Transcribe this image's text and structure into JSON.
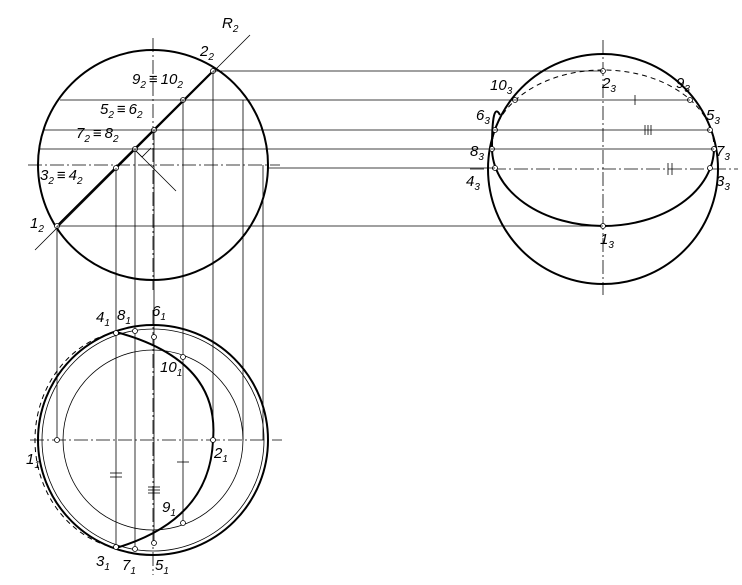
{
  "front_view": {
    "plane_label": "R",
    "plane_index": "2",
    "labels": [
      {
        "main": "2",
        "sub": "2"
      },
      {
        "main": "9",
        "sub": "2"
      },
      {
        "main": "≡",
        "sub": ""
      },
      {
        "main": "10",
        "sub": "2"
      },
      {
        "main": "5",
        "sub": "2"
      },
      {
        "main": "≡",
        "sub": ""
      },
      {
        "main": "6",
        "sub": "2"
      },
      {
        "main": "7",
        "sub": "2"
      },
      {
        "main": "≡",
        "sub": ""
      },
      {
        "main": "8",
        "sub": "2"
      },
      {
        "main": "3",
        "sub": "2"
      },
      {
        "main": "≡",
        "sub": ""
      },
      {
        "main": "4",
        "sub": "2"
      },
      {
        "main": "1",
        "sub": "2"
      }
    ]
  },
  "side_view": {
    "labels": [
      {
        "main": "10",
        "sub": "3"
      },
      {
        "main": "2",
        "sub": "3"
      },
      {
        "main": "9",
        "sub": "3"
      },
      {
        "main": "6",
        "sub": "3"
      },
      {
        "main": "5",
        "sub": "3"
      },
      {
        "main": "8",
        "sub": "3"
      },
      {
        "main": "7",
        "sub": "3"
      },
      {
        "main": "4",
        "sub": "3"
      },
      {
        "main": "3",
        "sub": "3"
      },
      {
        "main": "1",
        "sub": "3"
      }
    ]
  },
  "top_view": {
    "labels": [
      {
        "main": "4",
        "sub": "1"
      },
      {
        "main": "8",
        "sub": "1"
      },
      {
        "main": "6",
        "sub": "1"
      },
      {
        "main": "10",
        "sub": "1"
      },
      {
        "main": "1",
        "sub": "1"
      },
      {
        "main": "2",
        "sub": "1"
      },
      {
        "main": "9",
        "sub": "1"
      },
      {
        "main": "3",
        "sub": "1"
      },
      {
        "main": "7",
        "sub": "1"
      },
      {
        "main": "5",
        "sub": "1"
      }
    ]
  }
}
